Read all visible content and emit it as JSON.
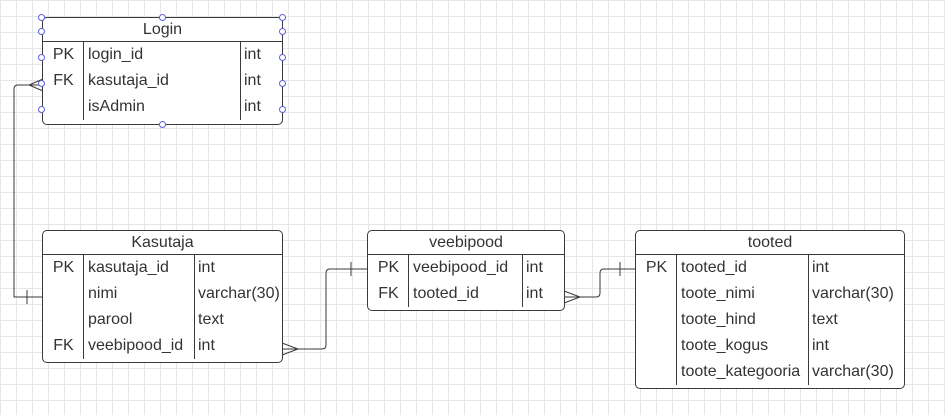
{
  "entities": {
    "login": {
      "title": "Login",
      "rows": [
        {
          "key": "PK",
          "name": "login_id",
          "type": "int"
        },
        {
          "key": "FK",
          "name": "kasutaja_id",
          "type": "int"
        },
        {
          "key": "",
          "name": "isAdmin",
          "type": "int"
        }
      ]
    },
    "kasutaja": {
      "title": "Kasutaja",
      "rows": [
        {
          "key": "PK",
          "name": "kasutaja_id",
          "type": "int"
        },
        {
          "key": "",
          "name": "nimi",
          "type": "varchar(30)"
        },
        {
          "key": "",
          "name": "parool",
          "type": "text"
        },
        {
          "key": "FK",
          "name": "veebipood_id",
          "type": "int"
        }
      ]
    },
    "veebipood": {
      "title": "veebipood",
      "rows": [
        {
          "key": "PK",
          "name": "veebipood_id",
          "type": "int"
        },
        {
          "key": "FK",
          "name": "tooted_id",
          "type": "int"
        }
      ]
    },
    "tooted": {
      "title": "tooted",
      "rows": [
        {
          "key": "PK",
          "name": "tooted_id",
          "type": "int"
        },
        {
          "key": "",
          "name": "toote_nimi",
          "type": "varchar(30)"
        },
        {
          "key": "",
          "name": "toote_hind",
          "type": "text"
        },
        {
          "key": "",
          "name": "toote_kogus",
          "type": "int"
        },
        {
          "key": "",
          "name": "toote_kategooria",
          "type": "varchar(30)"
        }
      ]
    }
  },
  "relationships": [
    {
      "from": "kasutaja",
      "from_end": "one",
      "to": "login",
      "to_end": "many"
    },
    {
      "from": "veebipood",
      "from_end": "one",
      "to": "kasutaja",
      "to_end": "many"
    },
    {
      "from": "tooted",
      "from_end": "one",
      "to": "veebipood",
      "to_end": "many"
    }
  ],
  "colors": {
    "line": "#3a3a3a",
    "selection_handle": "#5b62d6",
    "grid": "#e6e6e6"
  }
}
